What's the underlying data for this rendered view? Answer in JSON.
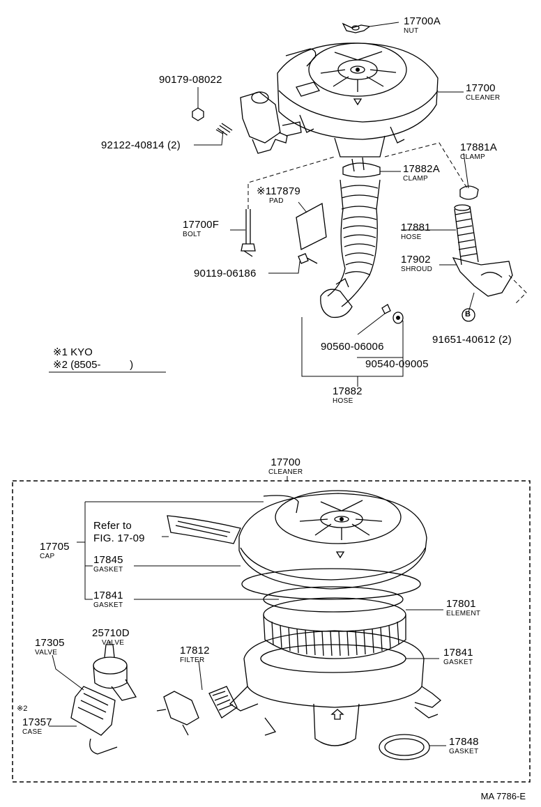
{
  "notes": {
    "n1": "※1 KYO",
    "n2": "※2 (8505-          )"
  },
  "top_labels": {
    "l17700A": {
      "pn": "17700A",
      "nm": "NUT"
    },
    "l17700": {
      "pn": "17700",
      "nm": "CLEANER"
    },
    "l90179": {
      "pn": "90179-08022"
    },
    "l92122": {
      "pn": "92122-40814 (2)"
    },
    "l17881A": {
      "pn": "17881A",
      "nm": "CLAMP"
    },
    "l17882A": {
      "pn": "17882A",
      "nm": "CLAMP"
    },
    "l17879": {
      "pn": "※117879",
      "nm": "PAD"
    },
    "l17700F": {
      "pn": "17700F",
      "nm": "BOLT"
    },
    "l17881": {
      "pn": "17881",
      "nm": "HOSE"
    },
    "l17902": {
      "pn": "17902",
      "nm": "SHROUD"
    },
    "l90119": {
      "pn": "90119-06186"
    },
    "l91651": {
      "pn": "91651-40612 (2)"
    },
    "l90560": {
      "pn": "90560-06006"
    },
    "l90540": {
      "pn": "90540-09005"
    },
    "l17882": {
      "pn": "17882",
      "nm": "HOSE"
    }
  },
  "bottom_labels": {
    "b17700": {
      "pn": "17700",
      "nm": "CLEANER"
    },
    "refer1": "Refer to",
    "refer2": "FIG. 17-09",
    "b17705": {
      "pn": "17705",
      "nm": "CAP"
    },
    "b17845": {
      "pn": "17845",
      "nm": "GASKET"
    },
    "b17841a": {
      "pn": "17841",
      "nm": "GASKET"
    },
    "b17801": {
      "pn": "17801",
      "nm": "ELEMENT"
    },
    "b17841b": {
      "pn": "17841",
      "nm": "GASKET"
    },
    "b25710D": {
      "pn": "25710D",
      "nm": "VALVE"
    },
    "b17305": {
      "pn": "17305",
      "nm": "VALVE"
    },
    "b17812": {
      "pn": "17812",
      "nm": "FILTER"
    },
    "b17357": {
      "pn": "17357",
      "nm": "CASE"
    },
    "b17848": {
      "pn": "17848",
      "nm": "GASKET"
    },
    "star2": "※2"
  },
  "callout_b": "B",
  "figure_ref": "MA 7786-E"
}
